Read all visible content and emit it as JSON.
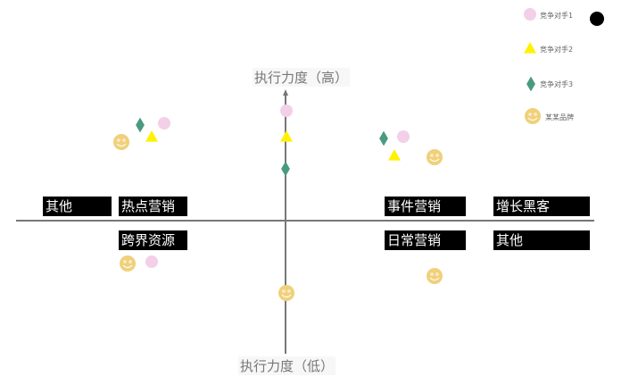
{
  "axis": {
    "top": "执行力度（高）",
    "bottom": "执行力度（低）"
  },
  "legend": [
    {
      "label": "竞争对手1",
      "shape": "circle",
      "color": "#f3cfe8"
    },
    {
      "label": "竞争对手2",
      "shape": "triangle",
      "color": "#fff200"
    },
    {
      "label": "竞争对手3",
      "shape": "diamond",
      "color": "#4a9a7e"
    },
    {
      "label": "某某品牌",
      "shape": "smiley",
      "color": "#f0d07a"
    }
  ],
  "categories": {
    "top_left_outer": "其他",
    "top_left": "热点营销",
    "top_right": "事件营销",
    "top_right_outer": "增长黑客",
    "bottom_left": "跨界资源",
    "bottom_right": "日常营销",
    "bottom_right_outer": "其他"
  }
}
